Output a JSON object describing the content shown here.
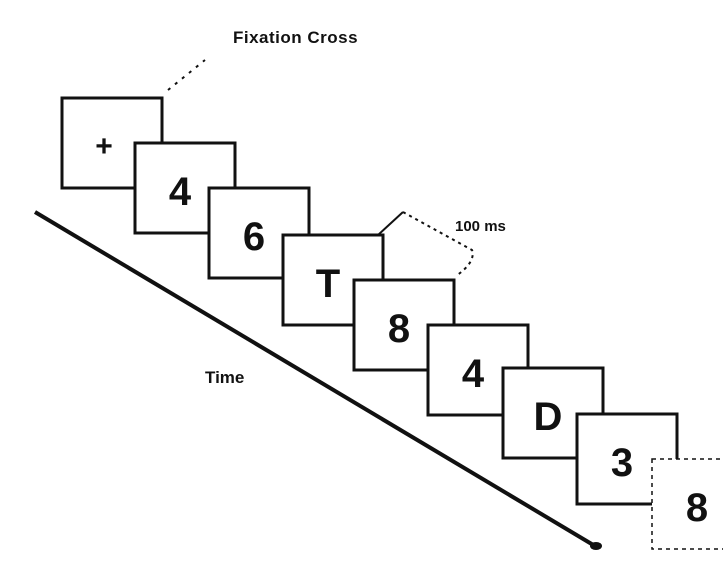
{
  "labels": {
    "fixation": "Fixation Cross",
    "duration": "100 ms",
    "time": "Time"
  },
  "stimuli": [
    "+",
    "4",
    "6",
    "T",
    "8",
    "4",
    "D",
    "3",
    "8"
  ],
  "colors": {
    "ink": "#111111",
    "background": "#ffffff"
  }
}
